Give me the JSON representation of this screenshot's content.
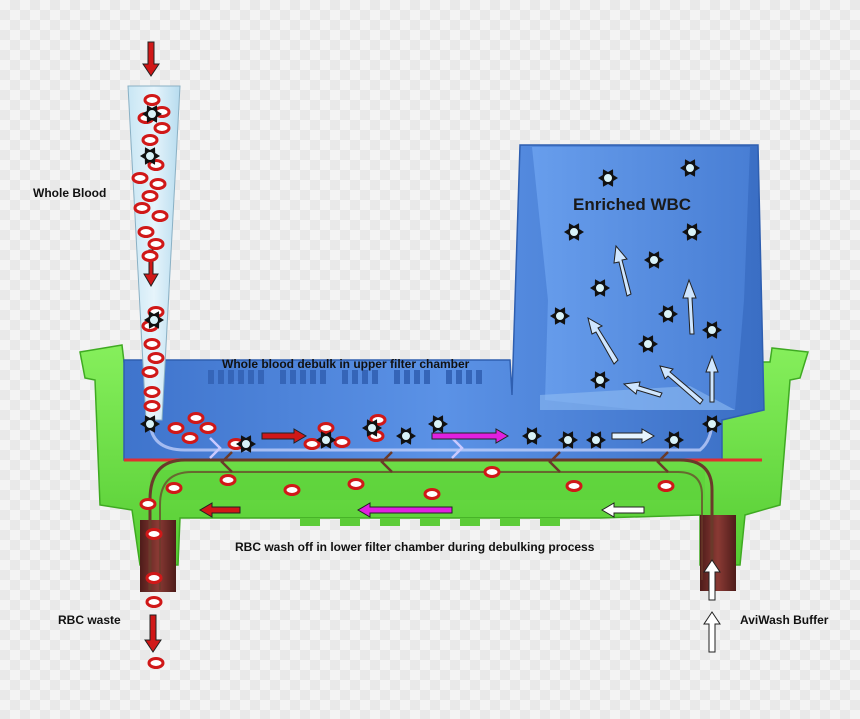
{
  "labels": {
    "whole_blood": "Whole Blood",
    "enriched_wbc": "Enriched WBC",
    "upper_chamber": "Whole blood debulk in upper filter chamber",
    "lower_chamber": "RBC wash off in lower filter chamber during debulking process",
    "rbc_waste": "RBC waste",
    "aviwash": "AviWash Buffer"
  },
  "colors": {
    "device_green": "#66dd44",
    "device_blue": "#4a82d8",
    "rbc_red": "#d01818",
    "flow_magenta": "#e020e0",
    "flow_white": "#ffffff",
    "filter_line": "#e03030",
    "port_brown": "#6e2c28"
  },
  "icons": {
    "rbc": "red-blood-cell-icon",
    "wbc": "white-blood-cell-icon",
    "arrow": "flow-arrow-icon"
  }
}
